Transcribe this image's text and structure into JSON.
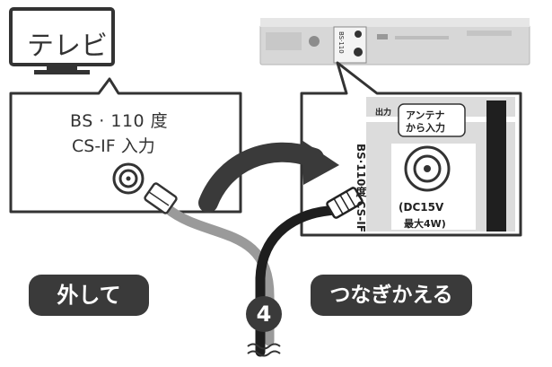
{
  "tv": {
    "label": "テレビ"
  },
  "tv_port": {
    "line1": "BS · 110 度",
    "line2": "CS-IF 入力"
  },
  "recorder_panel": {
    "output_label": "出力",
    "antenna_line1": "アンテナ",
    "antenna_line2": "から入力",
    "bs_cs_label": "BS·110度 CS-IF",
    "dc_line1": "(DC15V",
    "dc_line2": "最大4W)"
  },
  "recorder_top": {
    "port_label": "BS·110"
  },
  "actions": {
    "remove": "外して",
    "reconnect": "つなぎかえる"
  },
  "step": {
    "number": "4"
  },
  "colors": {
    "dark": "#3a3a3a",
    "cable_grey": "#9a9a9a",
    "cable_black": "#1e1e1e",
    "panel_grey": "#d9d9d9"
  }
}
